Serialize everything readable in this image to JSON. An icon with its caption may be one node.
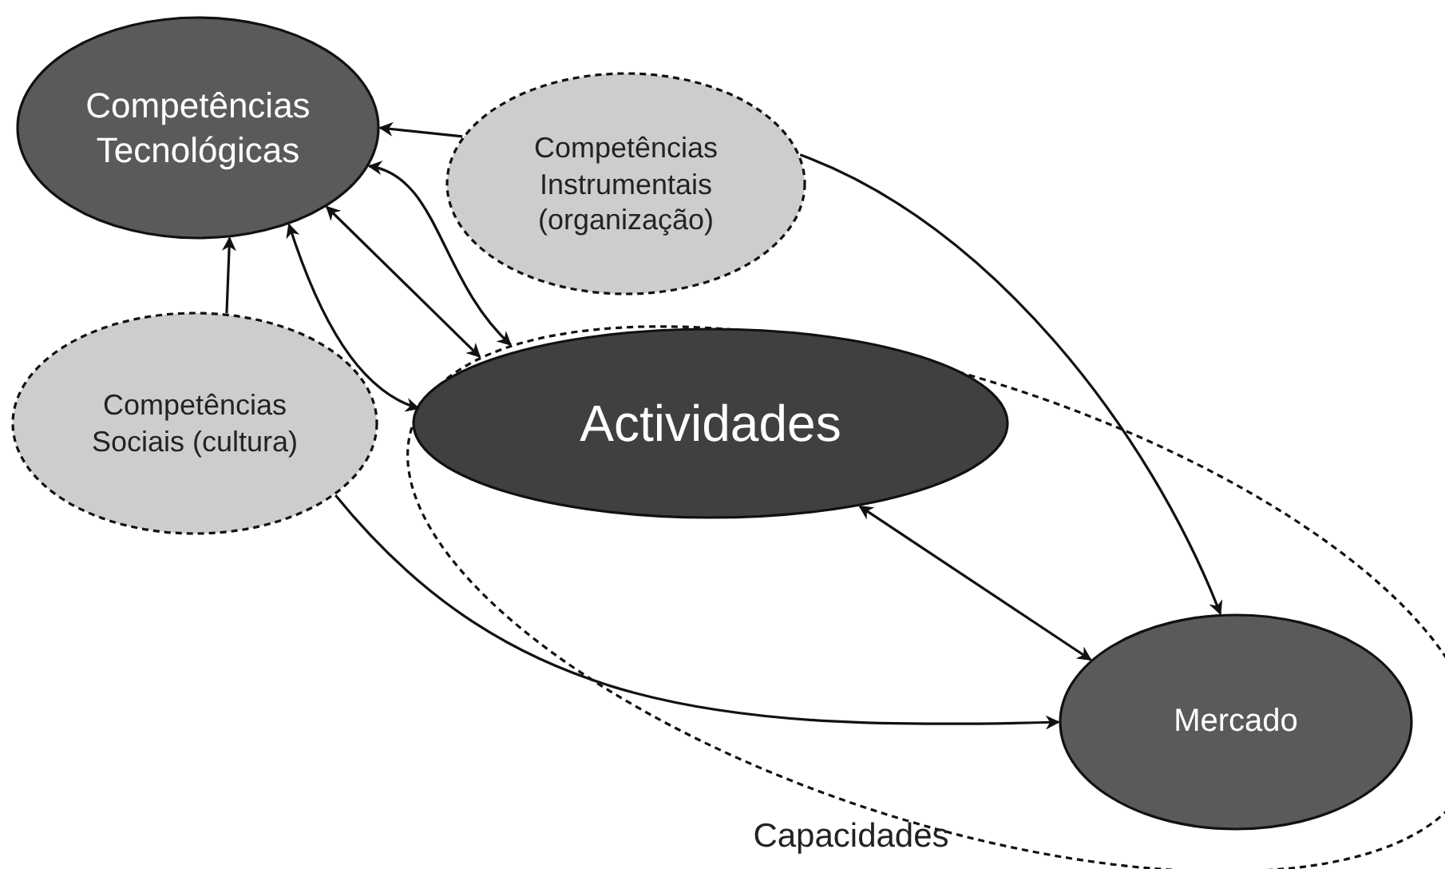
{
  "diagram": {
    "nodes": [
      {
        "text": [
          "Competências Tecnológicas"
        ]
      },
      {
        "text": [
          "Competências Instrumentais (organização)"
        ]
      },
      {
        "text": [
          "Competências Sociais (cultura)"
        ]
      },
      {
        "text": [
          "Capacidades"
        ]
      },
      {
        "text": [
          "Actividades"
        ],
        "in": 3
      },
      {
        "text": [
          "Mercado"
        ],
        "in": 3
      }
    ],
    "edges": [
      {
        "from": 1,
        "to": 0,
        "arrow": "to"
      },
      {
        "from": 2,
        "to": 0,
        "arrow": "to"
      },
      {
        "from": 0,
        "to": 3,
        "arrow": "both"
      },
      {
        "from": 0,
        "to": 3,
        "arrow": "both"
      },
      {
        "from": 0,
        "to": 3,
        "arrow": "both"
      },
      {
        "from": 1,
        "to": 5,
        "arrow": "to"
      },
      {
        "from": 2,
        "to": 5,
        "arrow": "to"
      },
      {
        "from": 4,
        "to": 5,
        "arrow": "both"
      }
    ]
  }
}
